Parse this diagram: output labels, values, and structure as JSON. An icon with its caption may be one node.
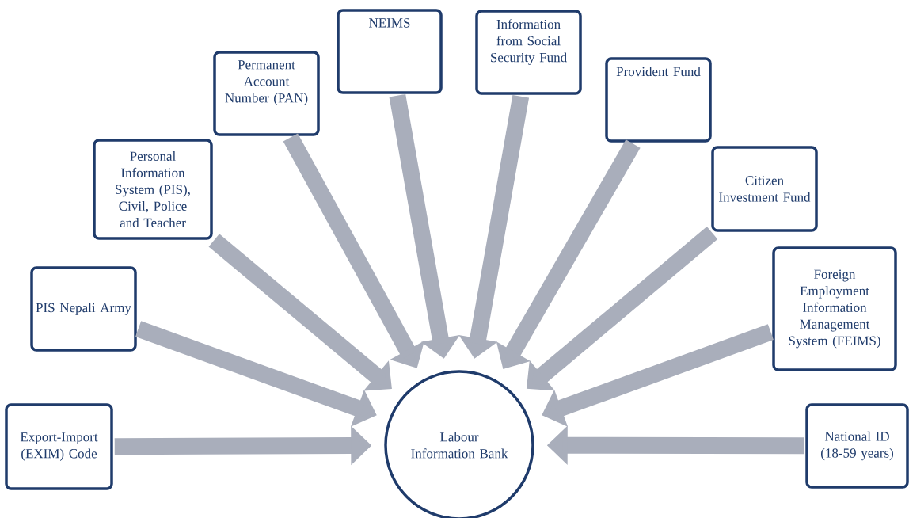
{
  "diagram": {
    "nodes": [
      {
        "text": [
          "Labour Information Bank"
        ]
      },
      {
        "text": [
          "Export-Import (EXIM) Code"
        ]
      },
      {
        "text": [
          "PIS Nepali Army"
        ]
      },
      {
        "text": [
          "Personal Information System (PIS), Civil, Police and Teacher"
        ]
      },
      {
        "text": [
          "Permanent Account Number (PAN)"
        ]
      },
      {
        "text": [
          "NEIMS"
        ]
      },
      {
        "text": [
          "Information from Social Security Fund"
        ]
      },
      {
        "text": [
          "Provident Fund"
        ]
      },
      {
        "text": [
          "Citizen Investment Fund"
        ]
      },
      {
        "text": [
          "Foreign Employment Information Management System (FEIMS)"
        ]
      },
      {
        "text": [
          "National ID (18-59 years)"
        ]
      }
    ],
    "edges": [
      {
        "from": 1,
        "to": 0,
        "arrow": "to"
      },
      {
        "from": 2,
        "to": 0,
        "arrow": "to"
      },
      {
        "from": 3,
        "to": 0,
        "arrow": "to"
      },
      {
        "from": 4,
        "to": 0,
        "arrow": "to"
      },
      {
        "from": 5,
        "to": 0,
        "arrow": "to"
      },
      {
        "from": 6,
        "to": 0,
        "arrow": "to"
      },
      {
        "from": 7,
        "to": 0,
        "arrow": "to"
      },
      {
        "from": 8,
        "to": 0,
        "arrow": "to"
      },
      {
        "from": 9,
        "to": 0,
        "arrow": "to"
      },
      {
        "from": 10,
        "to": 0,
        "arrow": "to"
      }
    ]
  }
}
